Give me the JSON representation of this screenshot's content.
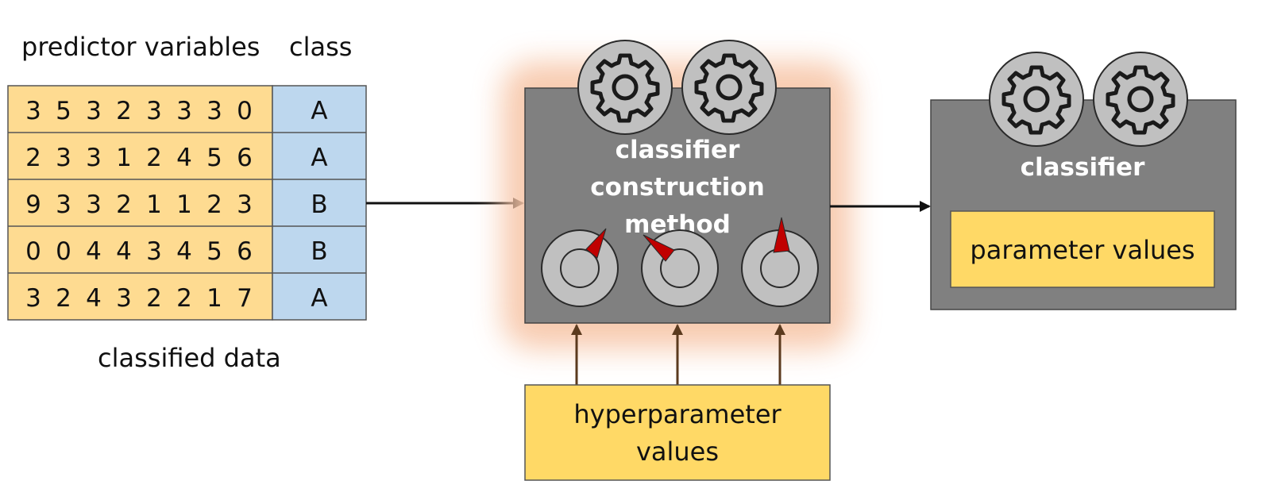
{
  "colors": {
    "data_fill": "#fedb91",
    "class_fill": "#bdd7ee",
    "box_fill": "#808080",
    "value_fill": "#ffd966",
    "glow": "#f7c6a8",
    "gear_fill": "#c0c0c0",
    "needle": "#c00000",
    "arrow_in": "#111111",
    "arrow_hyper": "#5b3a1e"
  },
  "table": {
    "header_predictors": "predictor variables",
    "header_class": "class",
    "caption": "classified data",
    "rows": [
      {
        "values": [
          "3",
          "5",
          "3",
          "2",
          "3",
          "3",
          "3",
          "0"
        ],
        "class": "A"
      },
      {
        "values": [
          "2",
          "3",
          "3",
          "1",
          "2",
          "4",
          "5",
          "6"
        ],
        "class": "A"
      },
      {
        "values": [
          "9",
          "3",
          "3",
          "2",
          "1",
          "1",
          "2",
          "3"
        ],
        "class": "B"
      },
      {
        "values": [
          "0",
          "0",
          "4",
          "4",
          "3",
          "4",
          "5",
          "6"
        ],
        "class": "B"
      },
      {
        "values": [
          "3",
          "2",
          "4",
          "3",
          "2",
          "2",
          "1",
          "7"
        ],
        "class": "A"
      }
    ]
  },
  "method_box": {
    "title_lines": [
      "classifier",
      "construction",
      "method"
    ],
    "icons": [
      "gear-icon",
      "gear-icon",
      "dial-icon",
      "dial-icon",
      "dial-icon"
    ]
  },
  "hyperparameters": {
    "label_lines": [
      "hyperparameter",
      "values"
    ]
  },
  "classifier_box": {
    "title": "classifier",
    "parameters_label": "parameter values",
    "icons": [
      "gear-icon",
      "gear-icon"
    ]
  }
}
